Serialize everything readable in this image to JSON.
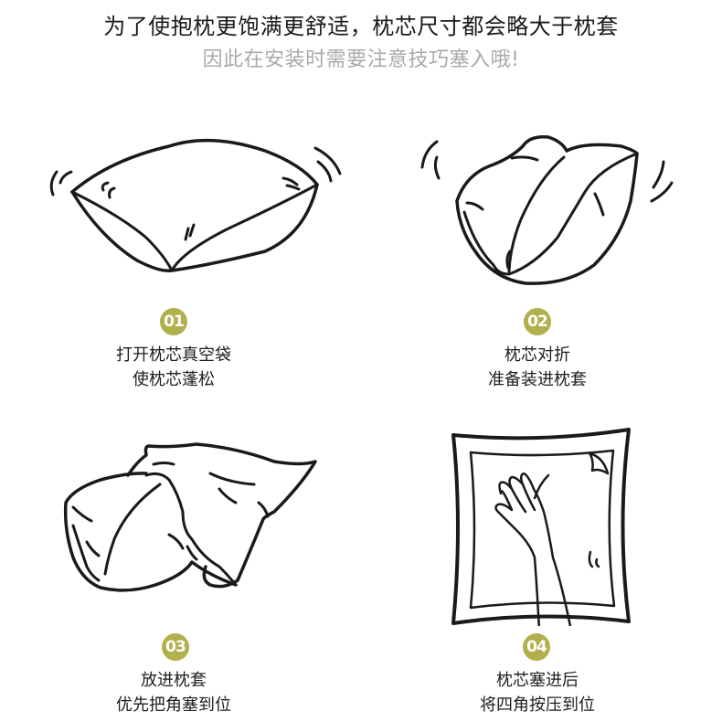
{
  "header": {
    "title": "为了使抱枕更饱满更舒适，枕芯尺寸都会略大于枕套",
    "subtitle": "因此在安装时需要注意技巧塞入哦!"
  },
  "colors": {
    "badge": "#b2b04c",
    "title": "#1a1a1a",
    "subtitle": "#a9a9a9",
    "line_art": "#1a1a1a"
  },
  "steps": [
    {
      "number": "01",
      "icon": "pillow-shake-icon",
      "line1": "打开枕芯真空袋",
      "line2": "使枕芯蓬松"
    },
    {
      "number": "02",
      "icon": "pillow-fold-icon",
      "line1": "枕芯对折",
      "line2": "准备装进枕套"
    },
    {
      "number": "03",
      "icon": "pillow-insert-icon",
      "line1": "放进枕套",
      "line2": "优先把角塞到位"
    },
    {
      "number": "04",
      "icon": "hand-press-pillow-icon",
      "line1": "枕芯塞进后",
      "line2": "将四角按压到位"
    }
  ]
}
